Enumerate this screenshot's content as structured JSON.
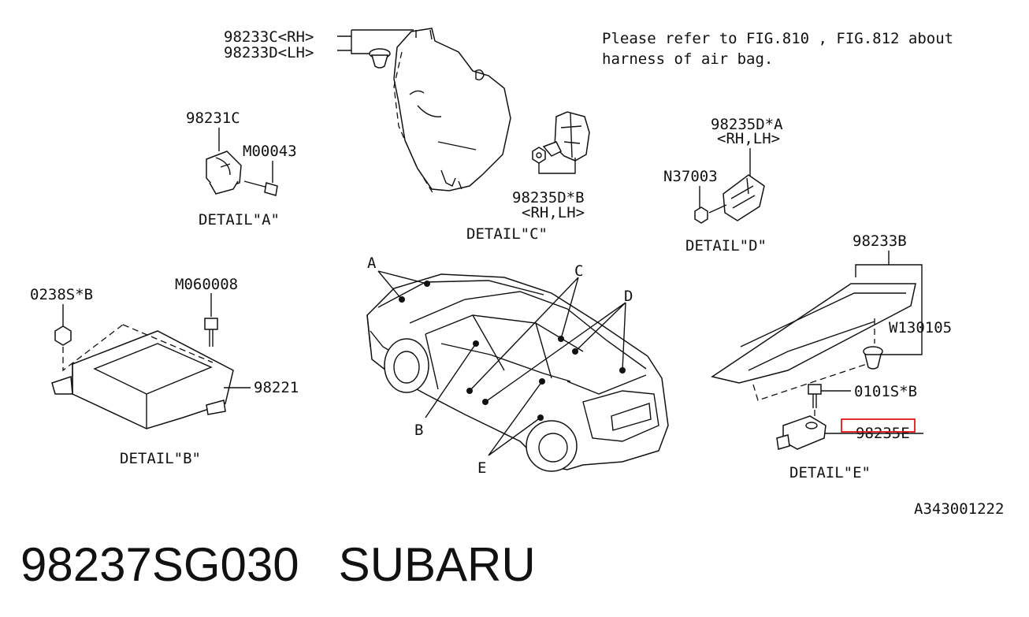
{
  "note": {
    "line1": "Please refer to FIG.810 , FIG.812 about",
    "line2": "harness of air bag."
  },
  "parts": {
    "p98233C": "98233C<RH>",
    "p98233D": "98233D<LH>",
    "p98231C": "98231C",
    "pM00043": "M00043",
    "p98235DB": "98235D*B",
    "p98235DB_side": "<RH,LH>",
    "p98235DA": "98235D*A",
    "p98235DA_side": "<RH,LH>",
    "pN37003": "N37003",
    "p0238SB": "0238S*B",
    "pM060008": "M060008",
    "p98221": "98221",
    "p98233B": "98233B",
    "pW130105": "W130105",
    "p0101SB": "0101S*B",
    "p98235E": "98235E"
  },
  "details": {
    "a": "DETAIL\"A\"",
    "b": "DETAIL\"B\"",
    "c": "DETAIL\"C\"",
    "d": "DETAIL\"D\"",
    "e": "DETAIL\"E\""
  },
  "callouts": {
    "A": "A",
    "B": "B",
    "C": "C",
    "D": "D",
    "E": "E"
  },
  "figure_code": "A343001222",
  "footer": {
    "part_number": "98237SG030",
    "brand": "SUBARU"
  },
  "highlight_color": "#e0181e"
}
